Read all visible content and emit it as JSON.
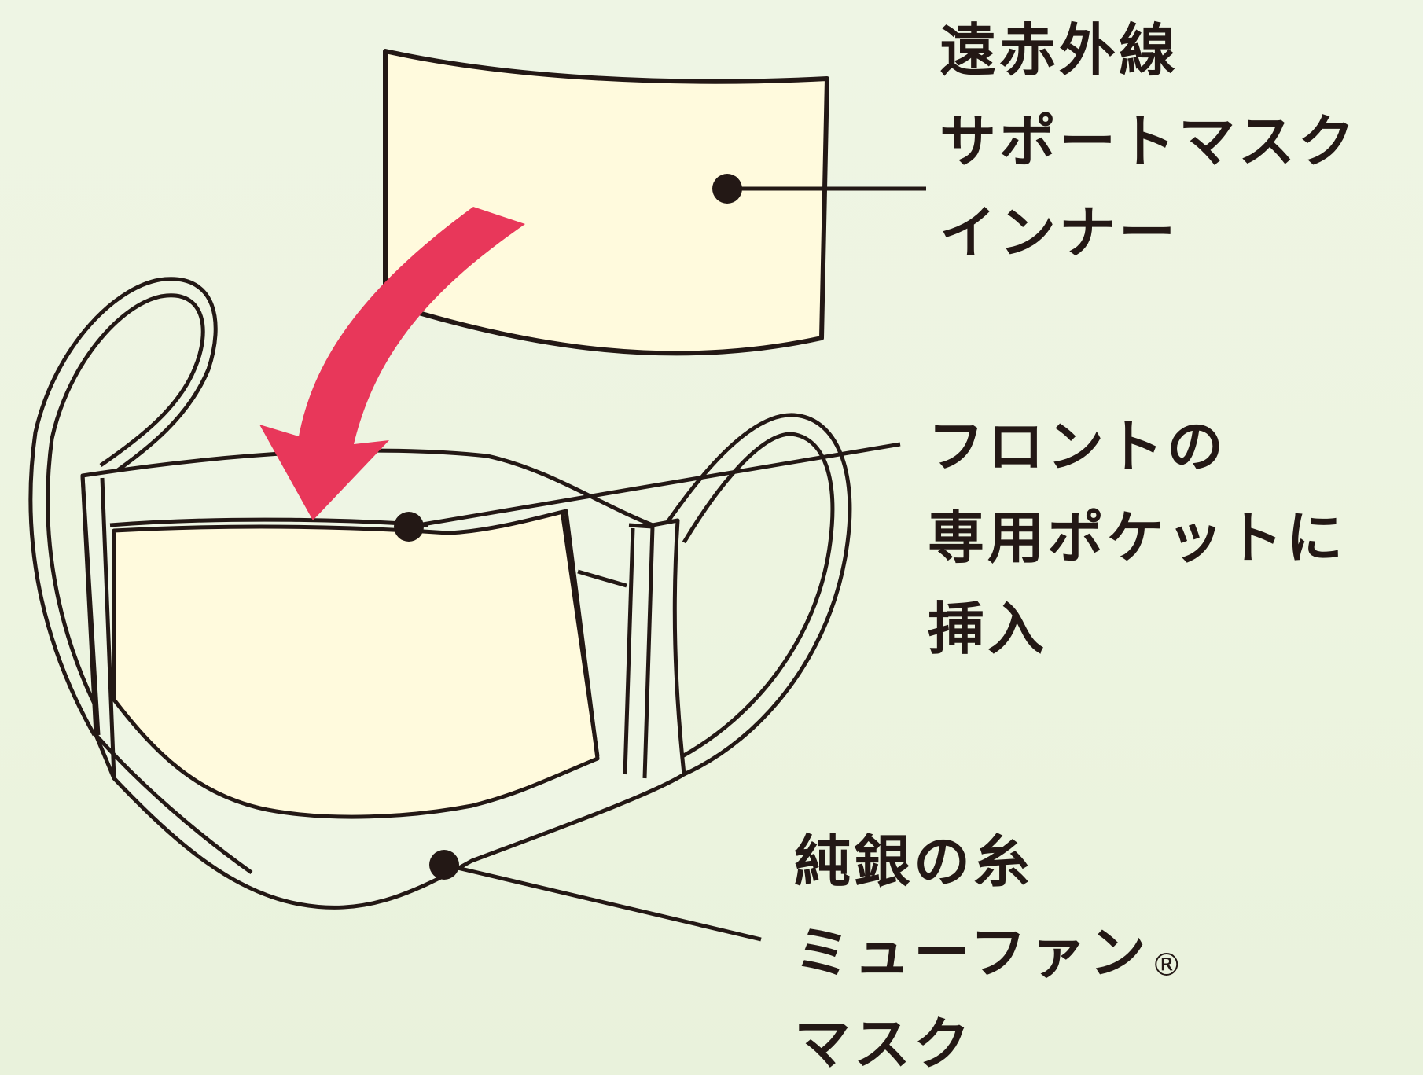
{
  "colors": {
    "background": "#eef5e4",
    "cream": "#fffadd",
    "outline": "#231815",
    "arrow": "#e8375a"
  },
  "labels": {
    "inner": [
      "遠赤外線",
      "サポートマスク",
      "インナー"
    ],
    "pocket": [
      "フロントの",
      "専用ポケットに",
      "挿入"
    ],
    "mask": [
      "純銀の糸",
      "ミューファン",
      "マスク"
    ],
    "registered_mark": "®"
  }
}
